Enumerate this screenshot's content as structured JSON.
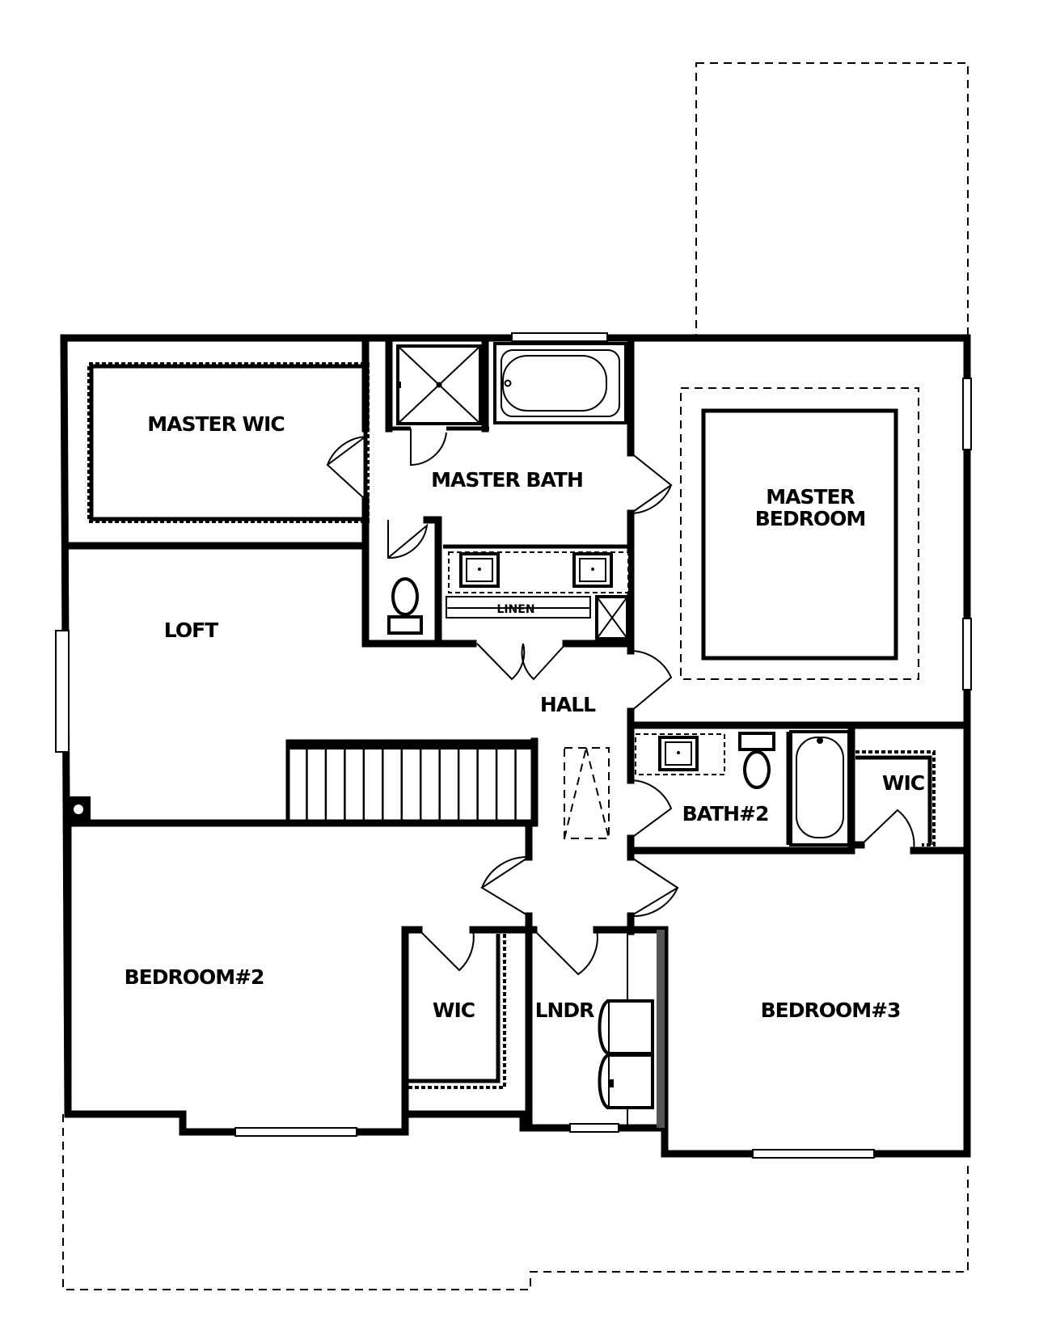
{
  "rooms": {
    "master_wic": "MASTER WIC",
    "master_bath": "MASTER BATH",
    "master_bedroom_line1": "MASTER",
    "master_bedroom_line2": "BEDROOM",
    "loft": "LOFT",
    "linen": "LINEN",
    "hall": "HALL",
    "bath2": "BATH#2",
    "wic_right": "WIC",
    "bedroom2": "BEDROOM#2",
    "wic_left": "WIC",
    "lndr": "LNDR",
    "bedroom3": "BEDROOM#3"
  },
  "icons": [
    "toilet-icon",
    "sink-icon",
    "bathtub-icon",
    "shower-icon",
    "stairs-icon",
    "washer-icon",
    "dryer-icon",
    "attic-access-icon"
  ]
}
